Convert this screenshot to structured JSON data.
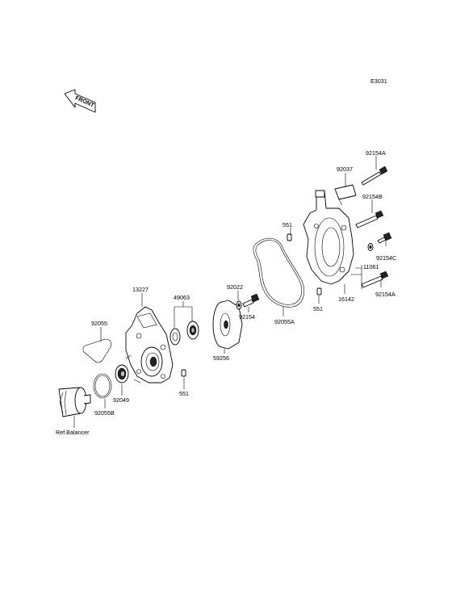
{
  "diagram_code": "E3031",
  "front_label": "FRONT",
  "parts": {
    "p92154A_top": "92154A",
    "p92037": "92037",
    "p92154B": "92154B",
    "p551_top": "551",
    "p92154C": "92154C",
    "p11061": "11061",
    "p92154A_bottom": "92154A",
    "p16142": "16142",
    "p551_right": "551",
    "p92055A": "92055A",
    "p92022": "92022",
    "p92154": "92154",
    "p59256": "59256",
    "p49063": "49063",
    "p13227": "13227",
    "p92055": "92055",
    "p92049": "92049",
    "p551_bottom": "551",
    "p92055B": "92055B",
    "ref_balancer": "Ref.Balancer"
  }
}
